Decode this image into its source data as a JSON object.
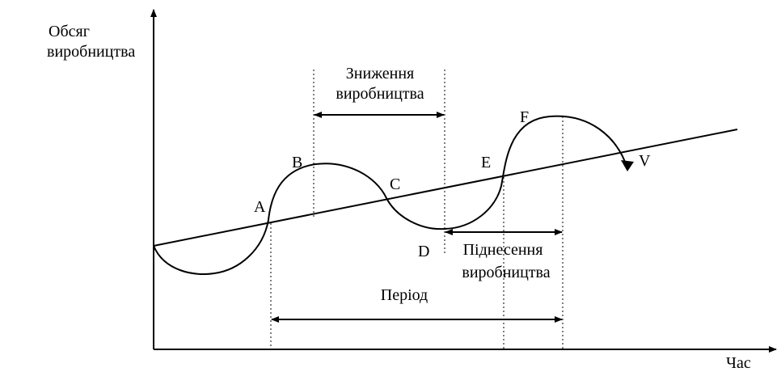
{
  "axes": {
    "y_label_line1": "Обсяг",
    "y_label_line2": "виробництва",
    "x_label": "Час"
  },
  "points": [
    "A",
    "B",
    "C",
    "D",
    "E",
    "F",
    "V"
  ],
  "annotations": {
    "decline_line1": "Зниження",
    "decline_line2": "виробництва",
    "rise_line1": "Піднесення",
    "rise_line2": "виробництва",
    "period": "Період"
  }
}
